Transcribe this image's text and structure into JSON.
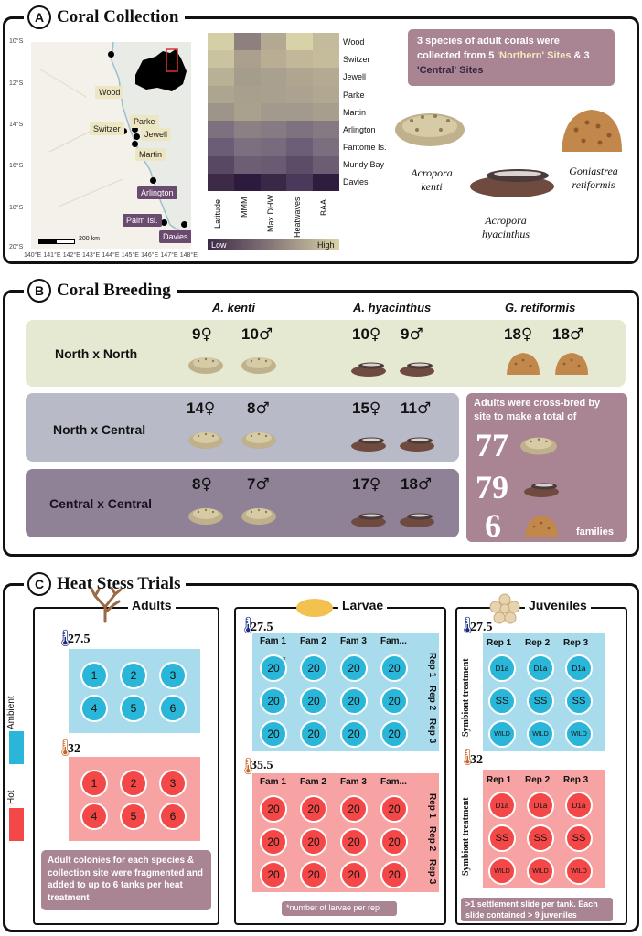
{
  "panelA": {
    "letter": "A",
    "title": "Coral Collection",
    "lat_ticks": [
      "10°S",
      "12°S",
      "14°S",
      "16°S",
      "18°S",
      "20°S"
    ],
    "lon_ticks": [
      "140°E",
      "141°E",
      "142°E",
      "143°E",
      "144°E",
      "145°E",
      "146°E",
      "147°E",
      "148°E"
    ],
    "scale_label": "200 km",
    "sites_map": [
      {
        "name": "Wood",
        "style": "light"
      },
      {
        "name": "Switzer",
        "style": "light"
      },
      {
        "name": "Parke",
        "style": "light"
      },
      {
        "name": "Jewell",
        "style": "light"
      },
      {
        "name": "Martin",
        "style": "light"
      },
      {
        "name": "Arlington",
        "style": "dark"
      },
      {
        "name": "Palm Isl.",
        "style": "dark"
      },
      {
        "name": "Davies",
        "style": "dark"
      }
    ],
    "heatmap_rows": [
      "Wood",
      "Switzer",
      "Jewell",
      "Parke",
      "Martin",
      "Arlington",
      "Fantome Is.",
      "Mundy Bay",
      "Davies"
    ],
    "heatmap_cols": [
      "Latitude",
      "MMM",
      "Max.DHW",
      "Heatwaves",
      "BAA"
    ],
    "legend_low": "Low",
    "legend_high": "High",
    "summary_pre": "3 species of adult corals were collected from 5 ",
    "summary_north": "'Northern' Sites",
    "summary_mid": " & 3 ",
    "summary_central": "'Central' Sites",
    "species": [
      "Acropora kenti",
      "Acropora hyacinthus",
      "Goniastrea retiformis"
    ]
  },
  "panelB": {
    "letter": "B",
    "title": "Coral Breeding",
    "species_headers": [
      "A. kenti",
      "A. hyacinthus",
      "G. retiformis"
    ],
    "rows": [
      {
        "label": "North x North",
        "counts": [
          "9",
          "10",
          "10",
          "9",
          "18",
          "18"
        ]
      },
      {
        "label": "North x Central",
        "counts": [
          "14",
          "8",
          "15",
          "11"
        ]
      },
      {
        "label": "Central x Central",
        "counts": [
          "8",
          "7",
          "17",
          "18"
        ]
      }
    ],
    "female": "♀",
    "male": "♂",
    "crossbred_text": "Adults were cross-bred by site to make a total of",
    "totals": [
      "77",
      "79",
      "6"
    ],
    "families": "families"
  },
  "panelC": {
    "letter": "C",
    "title": "Heat Stess Trials",
    "ambient": "Ambient",
    "hot": "Hot",
    "adults": {
      "title": "Adults",
      "temp_amb": "27.5",
      "temp_hot": "32",
      "tanks": [
        "1",
        "2",
        "3",
        "4",
        "5",
        "6"
      ],
      "note": "Adult colonies for each species & collection site were fragmented and added to up to 6 tanks per heat treatment"
    },
    "larvae": {
      "title": "Larvae",
      "temp_amb": "27.5",
      "temp_hot": "35.5",
      "fams": [
        "Fam 1",
        "Fam 2",
        "Fam 3",
        "Fam..."
      ],
      "reps": [
        "Rep 1",
        "Rep 2",
        "Rep 3"
      ],
      "value": "20",
      "asterisk": "*",
      "note": "*number of larvae per rep"
    },
    "juveniles": {
      "title": "Juveniles",
      "temp_amb": "27.5",
      "temp_hot": "32",
      "reps": [
        "Rep 1",
        "Rep 2",
        "Rep 3"
      ],
      "rows": [
        "D1a",
        "SS",
        "WILD"
      ],
      "axis": "Symbiont treatment",
      "note": ">1 settlement slide per tank. Each slide contained > 9 juveniles"
    }
  },
  "colors": {
    "blue": "#29b6d8",
    "red": "#f44848",
    "ambient_bg": "#a8dcec",
    "hot_bg": "#f7a3a3",
    "plum": "#a98493",
    "band1": "#e6e9d2",
    "band2": "#b8bac8",
    "band3": "#8f8196"
  }
}
